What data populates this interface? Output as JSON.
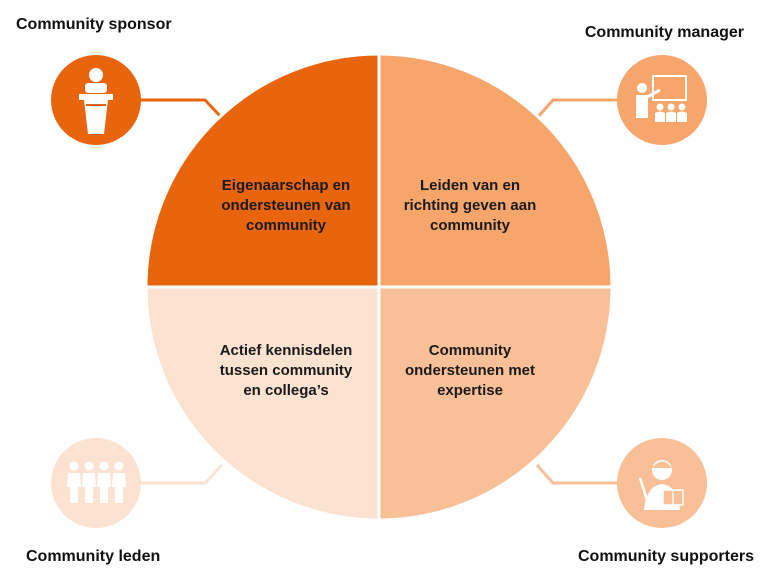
{
  "roles": {
    "sponsor": "Community sponsor",
    "manager": "Community manager",
    "leden": "Community leden",
    "supporters": "Community supporters"
  },
  "quadrants": {
    "top_left": [
      "Eigenaarschap en",
      "ondersteunen van",
      "community"
    ],
    "top_right": [
      "Leiden van en",
      "richting geven aan",
      "community"
    ],
    "bottom_left": [
      "Actief kennisdelen",
      "tussen community",
      "en collega’s"
    ],
    "bottom_right": [
      "Community",
      "ondersteunen met",
      "expertise"
    ]
  },
  "colors": {
    "top_left": "#e8650e",
    "top_right": "#f6a56b",
    "bottom_left": "#fbe2d1",
    "bottom_right": "#f9bf97"
  },
  "icons": {
    "sponsor": "speaker-podium-icon",
    "manager": "presenter-audience-icon",
    "leden": "group-of-people-icon",
    "supporters": "expert-with-book-icon"
  }
}
